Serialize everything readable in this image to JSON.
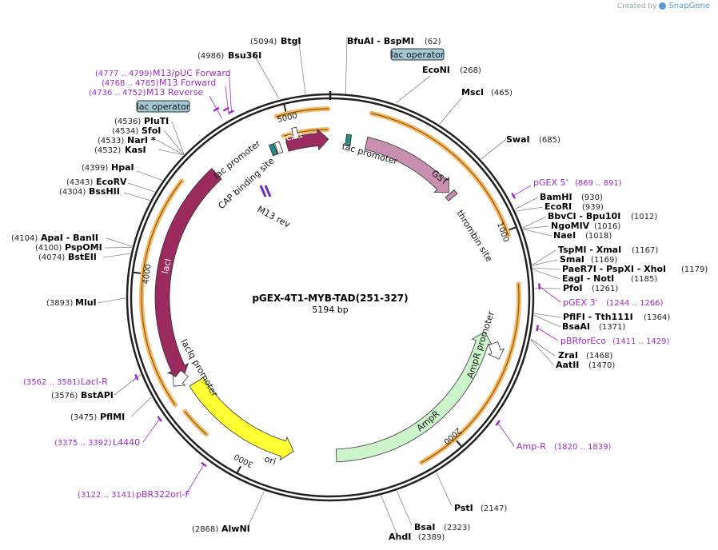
{
  "credit": {
    "prefix": "Created by",
    "brand": "SnapGene"
  },
  "plasmid": {
    "name": "pGEX-4T1-MYB-TAD(251-327)",
    "length_label": "5194 bp",
    "length": 5194
  },
  "tick_labels": [
    "1000",
    "2000",
    "3000",
    "4000",
    "5000"
  ],
  "enzymes": [
    {
      "name": "BtgI",
      "pos": "(5094)"
    },
    {
      "name": "BfuAI - BspMI",
      "pos": "(62)"
    },
    {
      "name": "Bsu36I",
      "pos": "(4986)"
    },
    {
      "name": "EcoNI",
      "pos": "(268)"
    },
    {
      "name": "MscI",
      "pos": "(465)"
    },
    {
      "name": "SwaI",
      "pos": "(685)"
    },
    {
      "name": "PluTI",
      "pos": "(4536)"
    },
    {
      "name": "SfoI",
      "pos": "(4534)"
    },
    {
      "name": "NarI *",
      "pos": "(4533)"
    },
    {
      "name": "KasI",
      "pos": "(4532)"
    },
    {
      "name": "HpaI",
      "pos": "(4399)"
    },
    {
      "name": "EcoRV",
      "pos": "(4343)"
    },
    {
      "name": "BssHII",
      "pos": "(4304)"
    },
    {
      "name": "BamHI",
      "pos": "(930)"
    },
    {
      "name": "EcoRI",
      "pos": "(939)"
    },
    {
      "name": "BbvCI - Bpu10I",
      "pos": "(1012)"
    },
    {
      "name": "NgoMIV",
      "pos": "(1016)"
    },
    {
      "name": "NaeI",
      "pos": "(1018)"
    },
    {
      "name": "ApaI - BanII",
      "pos": "(4104)"
    },
    {
      "name": "PspOMI",
      "pos": "(4100)"
    },
    {
      "name": "BstEII",
      "pos": "(4074)"
    },
    {
      "name": "TspMI - XmaI",
      "pos": "(1167)"
    },
    {
      "name": "SmaI",
      "pos": "(1169)"
    },
    {
      "name": "PaeR7I - PspXI - XhoI",
      "pos": "(1179)"
    },
    {
      "name": "EagI - NotI",
      "pos": "(1185)"
    },
    {
      "name": "PfoI",
      "pos": "(1261)"
    },
    {
      "name": "MluI",
      "pos": "(3893)"
    },
    {
      "name": "PflFI - Tth111I",
      "pos": "(1364)"
    },
    {
      "name": "BsaAI",
      "pos": "(1371)"
    },
    {
      "name": "ZraI",
      "pos": "(1468)"
    },
    {
      "name": "AatII",
      "pos": "(1470)"
    },
    {
      "name": "BstAPI",
      "pos": "(3576)"
    },
    {
      "name": "PflMI",
      "pos": "(3475)"
    },
    {
      "name": "PstI",
      "pos": "(2147)"
    },
    {
      "name": "BsaI",
      "pos": "(2323)"
    },
    {
      "name": "AhdI",
      "pos": "(2389)"
    },
    {
      "name": "AlwNI",
      "pos": "(2868)"
    }
  ],
  "primers": [
    {
      "name": "M13/pUC Forward",
      "pos": "(4777 .. 4799)"
    },
    {
      "name": "M13 Forward",
      "pos": "(4768 .. 4785)"
    },
    {
      "name": "M13 Reverse",
      "pos": "(4736 .. 4752)"
    },
    {
      "name": "pGEX 5'",
      "pos": "(869 .. 891)"
    },
    {
      "name": "pGEX 3'",
      "pos": "(1244 .. 1266)"
    },
    {
      "name": "pBRforEco",
      "pos": "(1411 .. 1429)"
    },
    {
      "name": "Amp-R",
      "pos": "(1820 .. 1839)"
    },
    {
      "name": "LacI-R",
      "pos": "(3562 .. 3581)"
    },
    {
      "name": "L4440",
      "pos": "(3375 .. 3392)"
    },
    {
      "name": "pBR322ori-F",
      "pos": "(3122 .. 3141)"
    }
  ],
  "features": {
    "lac_operator_label": "lac operator",
    "lacza": "lacZα",
    "tac_promoter": "tac promoter",
    "gst": "GST",
    "thrombin_site": "thrombin site",
    "lac_promoter": "lac promoter",
    "cap_site": "CAP binding site",
    "m13_rev": "M13 rev",
    "laci": "lacI",
    "laciq_promoter": "lacIq promoter",
    "ampr_promoter": "AmpR promoter",
    "ampr": "AmpR",
    "ori": "ori"
  },
  "colors": {
    "lacI": "#9b2b5f",
    "lacZa": "#9b2b5f",
    "GST": "#c98fb0",
    "AmpR": "#ccf5cc",
    "ori": "#ffff33",
    "operator": "#a3cad4",
    "primer": "#9b2dbf",
    "orf_highlight": "#f5b96a"
  }
}
